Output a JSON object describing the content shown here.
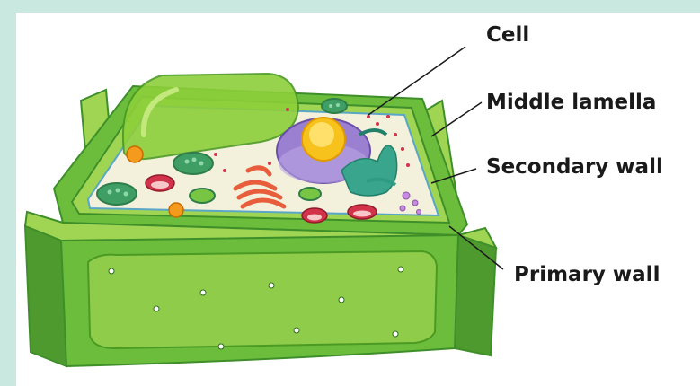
{
  "labels": {
    "cell": "Cell",
    "middle_lamella": "Middle lamella",
    "secondary_wall": "Secondary wall",
    "primary_wall": "Primary wall"
  },
  "colors": {
    "background": "#c9e8df",
    "wall_dark": "#3e8f2a",
    "wall_mid": "#6cbd3c",
    "wall_light": "#9fd553",
    "cytoplasm": "#f3f0dc",
    "nucleus": "#9b7fd1",
    "nucleolus": "#f7c21b",
    "golgi": "#3aa58d",
    "mitochondria": "#e84c3d"
  }
}
